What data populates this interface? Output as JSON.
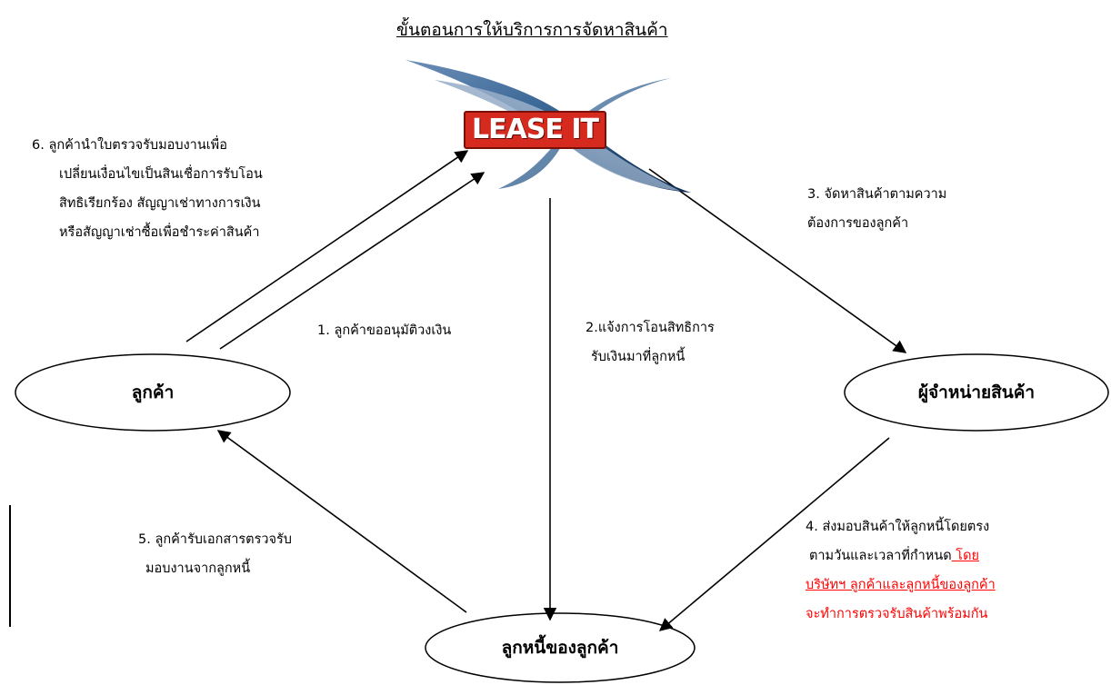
{
  "title": "ขั้นตอนการให้บริการการจัดหาสินค้า",
  "logo": {
    "text": "LEASE IT",
    "accent": "#d62a1e"
  },
  "nodes": {
    "customer": "ลูกค้า",
    "supplier": "ผู้จำหน่ายสินค้า",
    "debtor": "ลูกหนี้ของลูกค้า"
  },
  "steps": {
    "step1": [
      "1. ลูกค้าขออนุมัติวงเงิน"
    ],
    "step2": [
      "2.แจ้งการโอนสิทธิการ",
      "รับเงินมาที่ลูกหนี้"
    ],
    "step3": [
      "3. จัดหาสินค้าตามความ",
      "ต้องการของลูกค้า"
    ],
    "step4": {
      "line1": "4.    ส่งมอบสินค้าให้ลูกหนี้โดยตรง",
      "line2_black": "ตามวันและเวลาที่กำหนด",
      "line2_red": " โดย",
      "line3_red": "บริษัทฯ ลูกค้าและลูกหนี้ของลูกค้า",
      "line4_red": "จะทำการตรวจรับสินค้าพร้อมกัน"
    },
    "step5": [
      "5. ลูกค้ารับเอกสารตรวจรับ",
      "มอบงานจากลูกหนี้"
    ],
    "step6": [
      "6. ลูกค้านำใบตรวจรับมอบงานเพื่อ",
      "เปลี่ยนเงื่อนไขเป็นสินเชื่อการรับโอน",
      "สิทธิเรียกร้อง สัญญาเช่าทางการเงิน",
      "หรือสัญญาเช่าซื้อเพื่อชำระค่าสินค้า"
    ]
  },
  "colors": {
    "line": "#000000",
    "highlight": "#ff0000"
  }
}
